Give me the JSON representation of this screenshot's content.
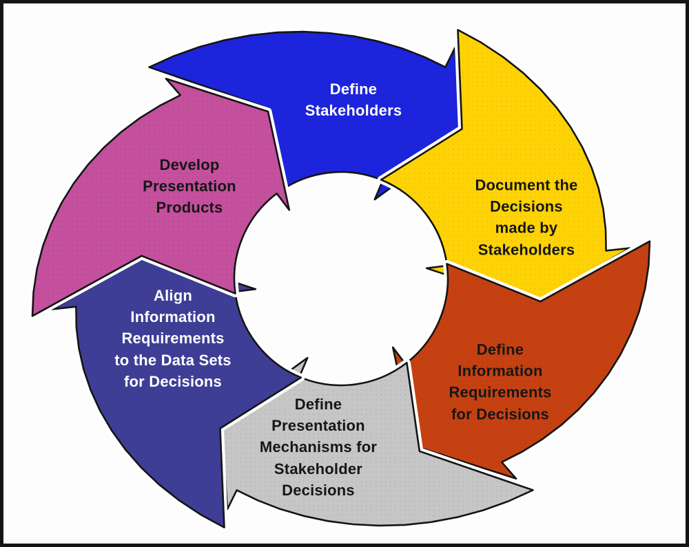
{
  "diagram": {
    "type": "cycle",
    "direction": "clockwise",
    "background_color": "#fdfdfd",
    "frame_color": "#151515",
    "outline_color": "#141414",
    "gap_color": "#ffffff",
    "steps": [
      {
        "id": "define-stakeholders",
        "label": "Define\nStakeholders",
        "color": "#1c24dd",
        "text_color": "#ffffff"
      },
      {
        "id": "document-decisions-made-by-stakeholders",
        "label": "Document the\nDecisions\nmade by\nStakeholders",
        "color": "#fed306",
        "text_color": "#161616"
      },
      {
        "id": "define-information-requirements-for-decisions",
        "label": "Define\nInformation\nRequirements\nfor Decisions",
        "color": "#c64112",
        "text_color": "#161616"
      },
      {
        "id": "define-presentation-mechanisms",
        "label": "Define\nPresentation\nMechanisms for\nStakeholder\nDecisions",
        "color": "#c6c6c6",
        "text_color": "#161616"
      },
      {
        "id": "align-information-requirements",
        "label": "Align\nInformation\nRequirements\nto the Data Sets\nfor Decisions",
        "color": "#3e3e97",
        "text_color": "#ffffff"
      },
      {
        "id": "develop-presentation-products",
        "label": "Develop\nPresentation\nProducts",
        "color": "#c4509e",
        "text_color": "#161616"
      }
    ]
  }
}
